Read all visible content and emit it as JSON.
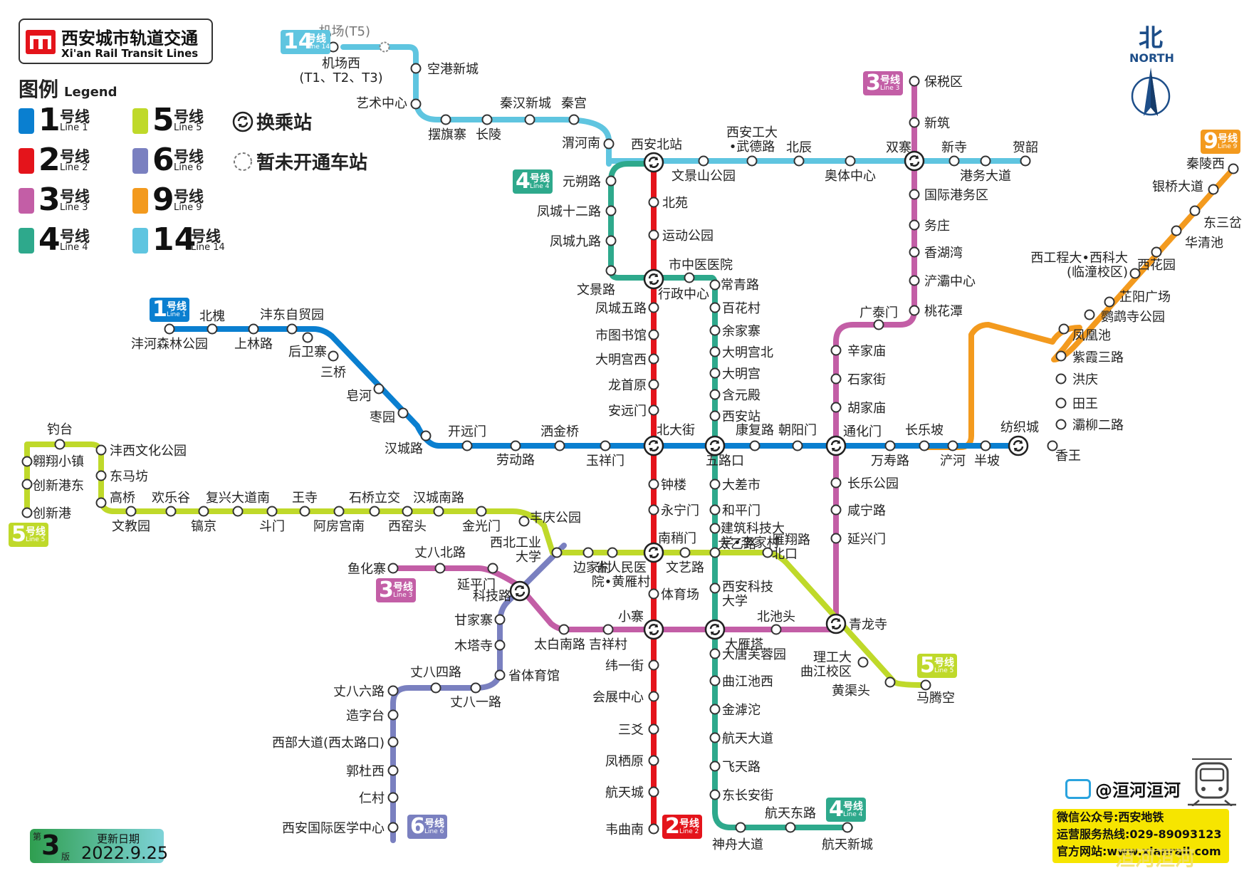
{
  "title": {
    "cn": "西安城市轨道交通",
    "en": "Xi'an Rail Transit Lines"
  },
  "legend": {
    "title_cn": "图例",
    "title_en": "Legend",
    "lines": [
      {
        "num": "1",
        "cn": "号线",
        "en": "Line 1",
        "color": "#0a7fd0"
      },
      {
        "num": "2",
        "cn": "号线",
        "en": "Line 2",
        "color": "#e4141b"
      },
      {
        "num": "3",
        "cn": "号线",
        "en": "Line 3",
        "color": "#c35ea6"
      },
      {
        "num": "4",
        "cn": "号线",
        "en": "Line 4",
        "color": "#2ea98c"
      },
      {
        "num": "5",
        "cn": "号线",
        "en": "Line 5",
        "color": "#bfd92a"
      },
      {
        "num": "6",
        "cn": "号线",
        "en": "Line 6",
        "color": "#7a80c0"
      },
      {
        "num": "9",
        "cn": "号线",
        "en": "Line 9",
        "color": "#f39a1e"
      },
      {
        "num": "14",
        "cn": "号线",
        "en": "Line 14",
        "color": "#5fc5e0"
      }
    ],
    "transfer_label": "换乘站",
    "closed_label": "暂未开通车站"
  },
  "north": {
    "cn": "北",
    "en": "NORTH"
  },
  "badges": [
    {
      "num": "14",
      "cn": "号线",
      "en": "Line 14",
      "color": "#5fc5e0"
    },
    {
      "num": "4",
      "cn": "号线",
      "en": "Line 4",
      "color": "#2ea98c"
    },
    {
      "num": "3",
      "cn": "号线",
      "en": "Line 3",
      "color": "#c35ea6"
    },
    {
      "num": "9",
      "cn": "号线",
      "en": "Line 9",
      "color": "#f39a1e"
    },
    {
      "num": "1",
      "cn": "号线",
      "en": "Line 1",
      "color": "#0a7fd0"
    },
    {
      "num": "5",
      "cn": "号线",
      "en": "Line 5",
      "color": "#bfd92a"
    },
    {
      "num": "3",
      "cn": "号线",
      "en": "Line 3",
      "color": "#c35ea6"
    },
    {
      "num": "5",
      "cn": "号线",
      "en": "Line 5",
      "color": "#bfd92a"
    },
    {
      "num": "4",
      "cn": "号线",
      "en": "Line 4",
      "color": "#2ea98c"
    },
    {
      "num": "6",
      "cn": "号线",
      "en": "Line 6",
      "color": "#7a80c0"
    },
    {
      "num": "2",
      "cn": "号线",
      "en": "Line 2",
      "color": "#e4141b"
    }
  ],
  "lines": [
    {
      "id": "L14",
      "color": "#5fc5e0"
    },
    {
      "id": "L9",
      "color": "#f39a1e"
    },
    {
      "id": "L4",
      "color": "#2ea98c"
    },
    {
      "id": "L6",
      "color": "#7a80c0"
    },
    {
      "id": "L3",
      "color": "#c35ea6"
    },
    {
      "id": "L5",
      "color": "#bfd92a"
    },
    {
      "id": "L1",
      "color": "#0a7fd0"
    },
    {
      "id": "L2",
      "color": "#e4141b"
    }
  ],
  "stations": [
    {
      "name": "机场(T5)",
      "closed": true
    },
    {
      "name": "机场西",
      "sub": "(T1、T2、T3)"
    },
    {
      "name": "空港新城"
    },
    {
      "name": "艺术中心"
    },
    {
      "name": "摆旗寨"
    },
    {
      "name": "长陵"
    },
    {
      "name": "秦汉新城"
    },
    {
      "name": "秦宫"
    },
    {
      "name": "渭河南"
    },
    {
      "name": "西安北站",
      "transfer": true
    },
    {
      "name": "文景山公园"
    },
    {
      "name": "西安工大",
      "sub": "•武德路"
    },
    {
      "name": "北辰"
    },
    {
      "name": "奥体中心"
    },
    {
      "name": "双寨",
      "transfer": true
    },
    {
      "name": "新寺"
    },
    {
      "name": "港务大道"
    },
    {
      "name": "贺韶"
    },
    {
      "name": "保税区"
    },
    {
      "name": "新筑"
    },
    {
      "name": "国际港务区"
    },
    {
      "name": "务庄"
    },
    {
      "name": "香湖湾"
    },
    {
      "name": "浐灞中心"
    },
    {
      "name": "桃花潭"
    },
    {
      "name": "广泰门"
    },
    {
      "name": "辛家庙"
    },
    {
      "name": "石家街"
    },
    {
      "name": "胡家庙"
    },
    {
      "name": "通化门",
      "transfer": true
    },
    {
      "name": "长乐公园"
    },
    {
      "name": "咸宁路"
    },
    {
      "name": "延兴门"
    },
    {
      "name": "青龙寺",
      "transfer": true
    },
    {
      "name": "北池头"
    },
    {
      "name": "大雁塔",
      "transfer": true
    },
    {
      "name": "小寨",
      "transfer": true
    },
    {
      "name": "吉祥村"
    },
    {
      "name": "太白南路"
    },
    {
      "name": "科技路",
      "transfer": true
    },
    {
      "name": "延平门"
    },
    {
      "name": "丈八北路"
    },
    {
      "name": "鱼化寨"
    },
    {
      "name": "秦陵西"
    },
    {
      "name": "银桥大道"
    },
    {
      "name": "东三岔"
    },
    {
      "name": "华清池"
    },
    {
      "name": "西花园"
    },
    {
      "name": "西工程大•西科大",
      "sub": "(临潼校区)"
    },
    {
      "name": "芷阳广场"
    },
    {
      "name": "鹦鹉寺公园"
    },
    {
      "name": "凤凰池"
    },
    {
      "name": "紫霞三路"
    },
    {
      "name": "洪庆"
    },
    {
      "name": "田王"
    },
    {
      "name": "灞柳二路"
    },
    {
      "name": "纺织城",
      "transfer": true
    },
    {
      "name": "香王"
    },
    {
      "name": "沣河森林公园"
    },
    {
      "name": "北槐"
    },
    {
      "name": "上林路"
    },
    {
      "name": "沣东自贸园"
    },
    {
      "name": "后卫寨"
    },
    {
      "name": "三桥"
    },
    {
      "name": "皂河"
    },
    {
      "name": "枣园"
    },
    {
      "name": "汉城路"
    },
    {
      "name": "开远门"
    },
    {
      "name": "劳动路"
    },
    {
      "name": "洒金桥"
    },
    {
      "name": "玉祥门"
    },
    {
      "name": "北大街",
      "transfer": true
    },
    {
      "name": "五路口",
      "transfer": true
    },
    {
      "name": "朝阳门"
    },
    {
      "name": "康复路"
    },
    {
      "name": "万寿路"
    },
    {
      "name": "长乐坡"
    },
    {
      "name": "浐河"
    },
    {
      "name": "半坡"
    },
    {
      "name": "北苑"
    },
    {
      "name": "运动公园"
    },
    {
      "name": "行政中心",
      "transfer": true
    },
    {
      "name": "凤城五路"
    },
    {
      "name": "市图书馆"
    },
    {
      "name": "大明宫西"
    },
    {
      "name": "龙首原"
    },
    {
      "name": "安远门"
    },
    {
      "name": "钟楼"
    },
    {
      "name": "永宁门"
    },
    {
      "name": "南稍门",
      "transfer": true
    },
    {
      "name": "体育场"
    },
    {
      "name": "纬一街"
    },
    {
      "name": "会展中心"
    },
    {
      "name": "三爻"
    },
    {
      "name": "凤栖原"
    },
    {
      "name": "航天城"
    },
    {
      "name": "韦曲南"
    },
    {
      "name": "元朔路"
    },
    {
      "name": "凤城十二路"
    },
    {
      "name": "凤城九路"
    },
    {
      "name": "文景路"
    },
    {
      "name": "市中医医院"
    },
    {
      "name": "常青路"
    },
    {
      "name": "百花村"
    },
    {
      "name": "余家寨"
    },
    {
      "name": "大明宫北"
    },
    {
      "name": "大明宫"
    },
    {
      "name": "含元殿"
    },
    {
      "name": "西安站"
    },
    {
      "name": "大差市"
    },
    {
      "name": "和平门"
    },
    {
      "name": "建筑科技大",
      "sub": "学•李家村"
    },
    {
      "name": "西安科技",
      "sub": "大学"
    },
    {
      "name": "大唐芙蓉园"
    },
    {
      "name": "曲江池西"
    },
    {
      "name": "金滹沱"
    },
    {
      "name": "航天大道"
    },
    {
      "name": "飞天路"
    },
    {
      "name": "东长安街"
    },
    {
      "name": "神舟大道"
    },
    {
      "name": "航天东路"
    },
    {
      "name": "航天新城"
    },
    {
      "name": "钓台"
    },
    {
      "name": "翱翔小镇"
    },
    {
      "name": "创新港东"
    },
    {
      "name": "创新港"
    },
    {
      "name": "沣西文化公园"
    },
    {
      "name": "东马坊"
    },
    {
      "name": "高桥"
    },
    {
      "name": "文教园"
    },
    {
      "name": "欢乐谷"
    },
    {
      "name": "镐京"
    },
    {
      "name": "复兴大道南"
    },
    {
      "name": "斗门"
    },
    {
      "name": "王寺"
    },
    {
      "name": "阿房宫南"
    },
    {
      "name": "石桥立交"
    },
    {
      "name": "西窑头"
    },
    {
      "name": "汉城南路"
    },
    {
      "name": "金光门"
    },
    {
      "name": "丰庆公园"
    },
    {
      "name": "西北工业",
      "sub": "大学"
    },
    {
      "name": "边家村"
    },
    {
      "name": "省人民医",
      "sub": "院•黄雁村"
    },
    {
      "name": "文艺路"
    },
    {
      "name": "太乙路"
    },
    {
      "name": "雁翔路",
      "sub": "北口"
    },
    {
      "name": "理工大",
      "sub": "曲江校区"
    },
    {
      "name": "黄渠头"
    },
    {
      "name": "马腾空"
    },
    {
      "name": "甘家寨"
    },
    {
      "name": "木塔寺"
    },
    {
      "name": "省体育馆"
    },
    {
      "name": "丈八四路"
    },
    {
      "name": "丈八一路"
    },
    {
      "name": "丈八六路"
    },
    {
      "name": "造字台"
    },
    {
      "name": "西部大道(西太路口)"
    },
    {
      "name": "郭杜西"
    },
    {
      "name": "仁村"
    },
    {
      "name": "西安国际医学中心"
    }
  ],
  "version": {
    "di": "第",
    "num": "3",
    "ban": "版",
    "label": "更新日期",
    "date": "2022.9.25"
  },
  "handle": "@洹河洹河",
  "info": [
    "微信公众号:西安地铁",
    "运营服务热线:029-89093123",
    "官方网站:www.xianrail.com"
  ],
  "watermark": "洹河洹河"
}
